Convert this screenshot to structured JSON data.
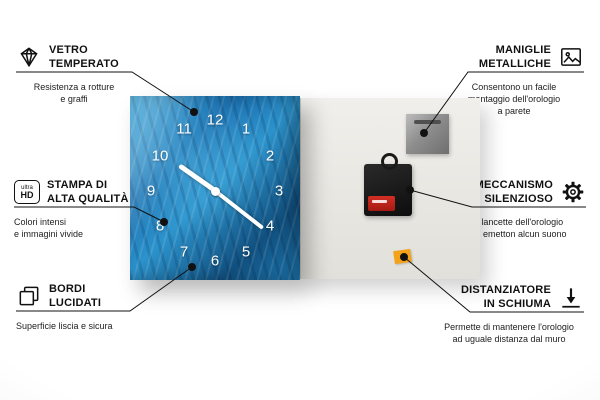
{
  "clock": {
    "numbers": [
      "1",
      "2",
      "3",
      "4",
      "5",
      "6",
      "7",
      "8",
      "9",
      "10",
      "11",
      "12"
    ]
  },
  "callouts": {
    "left": [
      {
        "icon": "diamond",
        "title": "VETRO\nTEMPERATO",
        "desc": "Resistenza a rotture\ne graffi"
      },
      {
        "icon": "ultra-hd-badge",
        "icon_text_top": "ultra",
        "icon_text_bottom": "HD",
        "title": "STAMPA DI\nALTA QUALITÀ",
        "desc": "Colori intensi\ne immagini vivide"
      },
      {
        "icon": "polished-edges",
        "title": "BORDI\nLUCIDATI",
        "desc": "Superficie liscia e sicura"
      }
    ],
    "right": [
      {
        "icon": "picture-frame",
        "title": "MANIGLIE\nMETALLICHE",
        "desc": "Consentono un facile\nmontaggio dell'orologio\na parete"
      },
      {
        "icon": "gear",
        "title": "MECCANISMO\nSILENZIOSO",
        "desc": "Le lancette dell'orologio\nnon emetton alcun suono"
      },
      {
        "icon": "foam-spacer-arrow",
        "title": "DISTANZIATORE\nIN SCHIUMA",
        "desc": "Permette di mantenere l'orologio\nad uguale distanza dal muro"
      }
    ]
  },
  "colors": {
    "clock_blue": "#1a6fb0",
    "foam_orange": "#f5a21b",
    "battery_red": "#c6261f",
    "line_black": "#111111"
  }
}
